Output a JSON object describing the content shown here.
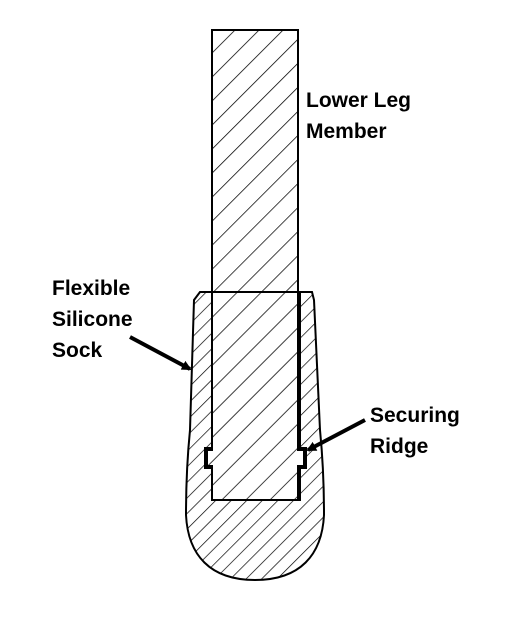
{
  "labels": {
    "lower_leg_member": [
      "Lower Leg",
      "Member"
    ],
    "flexible_silicone_sock": [
      "Flexible",
      "Silicone",
      "Sock"
    ],
    "securing_ridge": [
      "Securing",
      "Ridge"
    ]
  },
  "colors": {
    "line": "#000000",
    "background": "#ffffff"
  }
}
